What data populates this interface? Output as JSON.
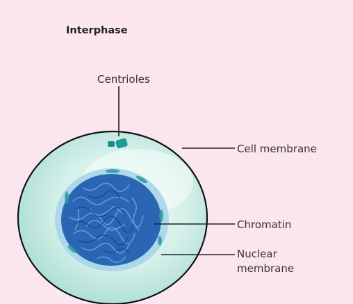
{
  "title": "Interphase",
  "labels": {
    "centrioles": "Centrioles",
    "cell_membrane": "Cell membrane",
    "chromatin": "Chromatin",
    "nuclear_membrane_line1": "Nuclear",
    "nuclear_membrane_line2": "membrane"
  },
  "colors": {
    "background": "#fbe5ee",
    "cytoplasm": "#cfeee6",
    "cell_outline": "#111111",
    "nucleus_rim": "#9ecde8",
    "chromatin": "#1f5fae",
    "centrioles": "#1a8c8c"
  }
}
